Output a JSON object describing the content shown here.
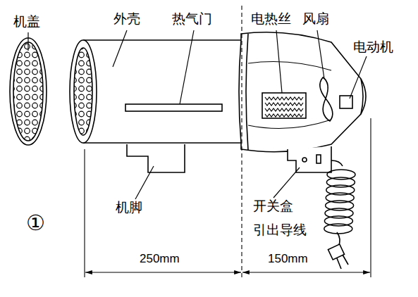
{
  "diagram": {
    "labels": [
      "机盖",
      "外壳",
      "热气门",
      "电热丝",
      "风扇",
      "电动机",
      "机脚",
      "开关盒",
      "引出导线",
      "①",
      "250mm",
      "150mm"
    ]
  }
}
